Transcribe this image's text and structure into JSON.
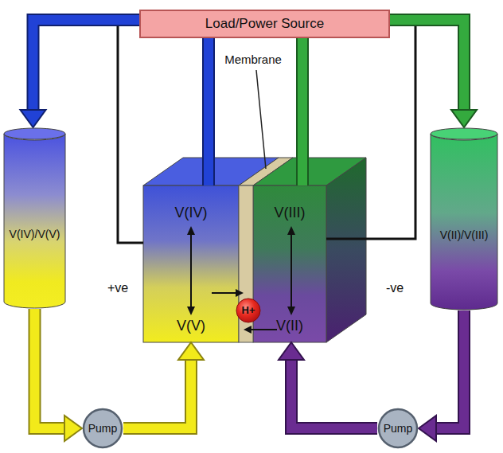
{
  "diagram": {
    "nodes": [
      {
        "text": [
          "Load/Power Source"
        ]
      },
      {
        "text": [
          "V(IV)/V(V)"
        ]
      },
      {
        "text": [
          "V(IV)",
          "V(V)"
        ]
      },
      {
        "text": [
          "H+"
        ]
      },
      {
        "text": [
          "V(III)",
          "V(II)"
        ]
      },
      {
        "text": [
          "V(II)/V(III)"
        ]
      },
      {
        "text": [
          "Pump"
        ]
      },
      {
        "text": [
          "Pump"
        ]
      }
    ],
    "edges": [
      {
        "from": 0,
        "to": 2,
        "arrow": "none"
      },
      {
        "from": 0,
        "to": 4,
        "arrow": "none"
      },
      {
        "from": 2,
        "to": 1,
        "arrow": "to"
      },
      {
        "from": 1,
        "to": 6,
        "arrow": "to"
      },
      {
        "from": 6,
        "to": 2,
        "arrow": "to"
      },
      {
        "from": 4,
        "to": 5,
        "arrow": "to"
      },
      {
        "from": 5,
        "to": 7,
        "arrow": "to"
      },
      {
        "from": 7,
        "to": 4,
        "arrow": "to"
      }
    ],
    "labels": [
      "Membrane",
      "+ve",
      "-ve"
    ]
  }
}
